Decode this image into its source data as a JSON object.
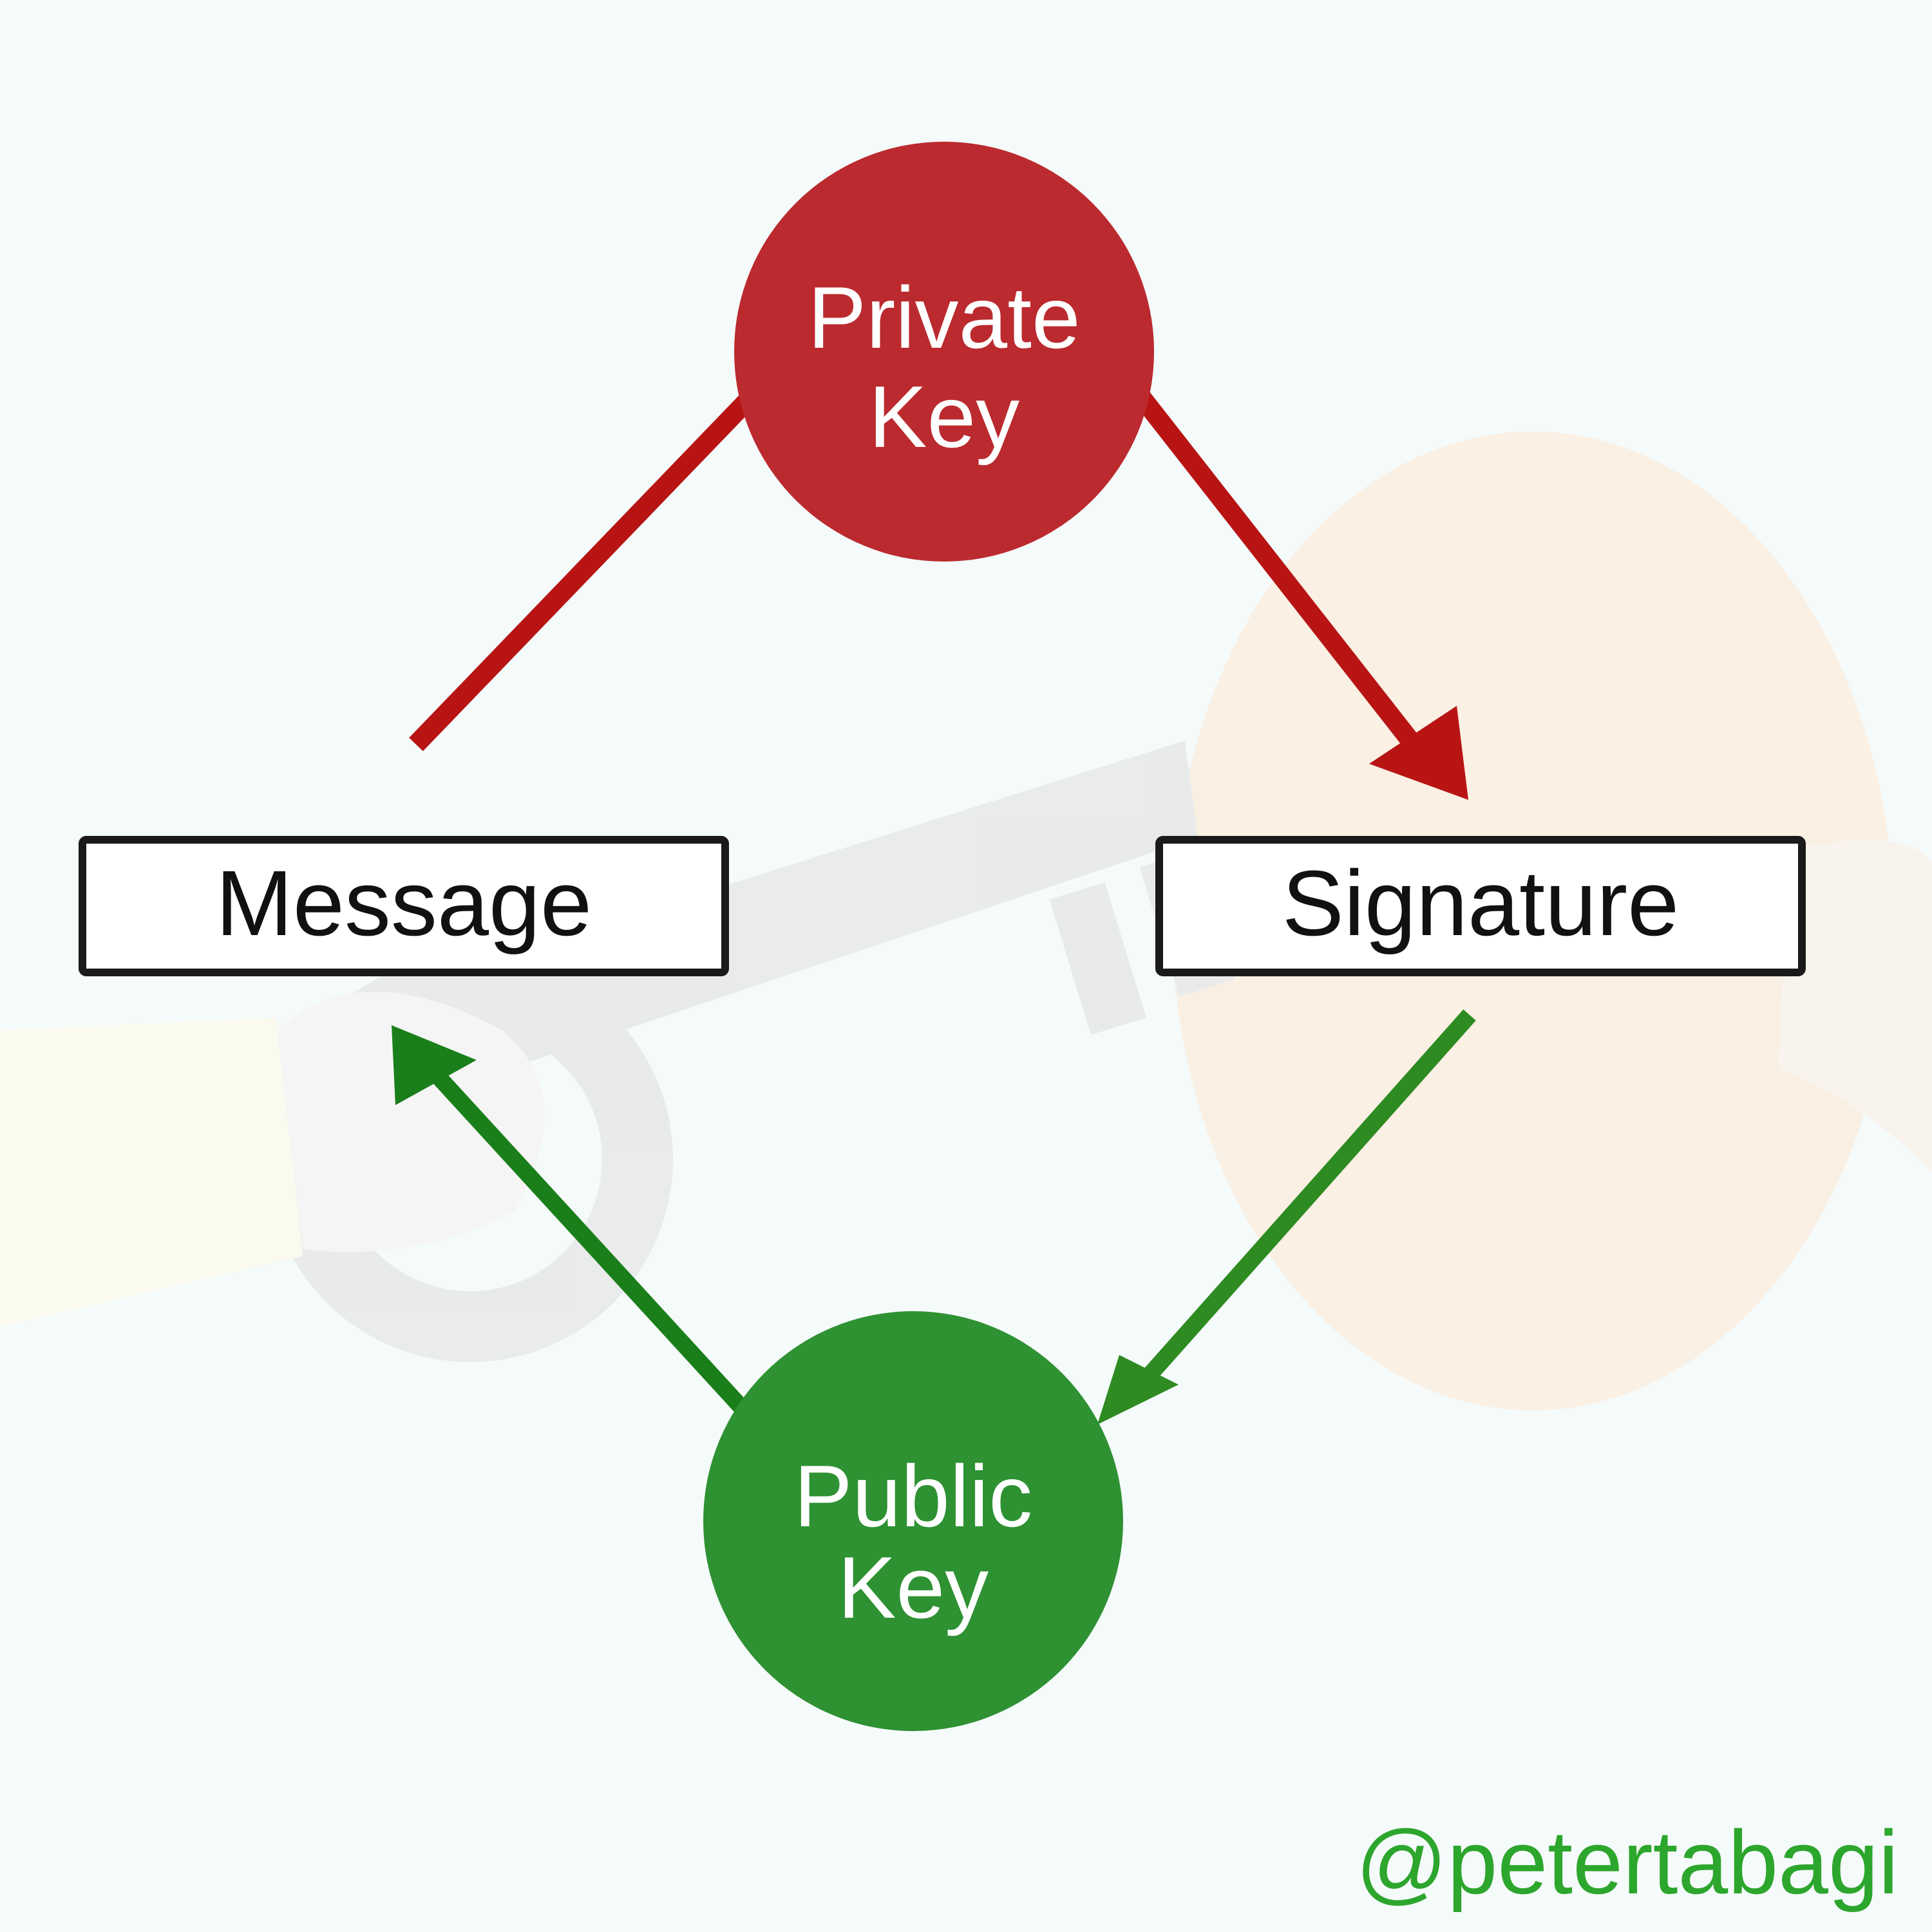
{
  "diagram": {
    "nodes": {
      "private_key": {
        "line1": "Private",
        "line2": "Key"
      },
      "public_key": {
        "line1": "Public",
        "line2": "Key"
      },
      "message": {
        "label": "Message"
      },
      "signature": {
        "label": "Signature"
      }
    },
    "edges": [
      {
        "from": "message",
        "to": "private_key",
        "kind": "line",
        "color": "#b81414"
      },
      {
        "from": "private_key",
        "to": "signature",
        "kind": "arrow",
        "color": "#b81414"
      },
      {
        "from": "signature",
        "to": "public_key",
        "kind": "arrow",
        "color": "#2e8b22"
      },
      {
        "from": "public_key",
        "to": "message",
        "kind": "arrow",
        "color": "#1a7f1a"
      }
    ]
  },
  "watermark": {
    "text": "@petertabagi",
    "color": "#2ca62c"
  },
  "colors": {
    "private_key_fill": "#bb2a2e",
    "public_key_fill": "#2e9132",
    "box_border": "#1a1a1a",
    "background": "#f5fafa",
    "background_art_key": "#e6e6e6",
    "background_art_coin": "#fdeede"
  }
}
